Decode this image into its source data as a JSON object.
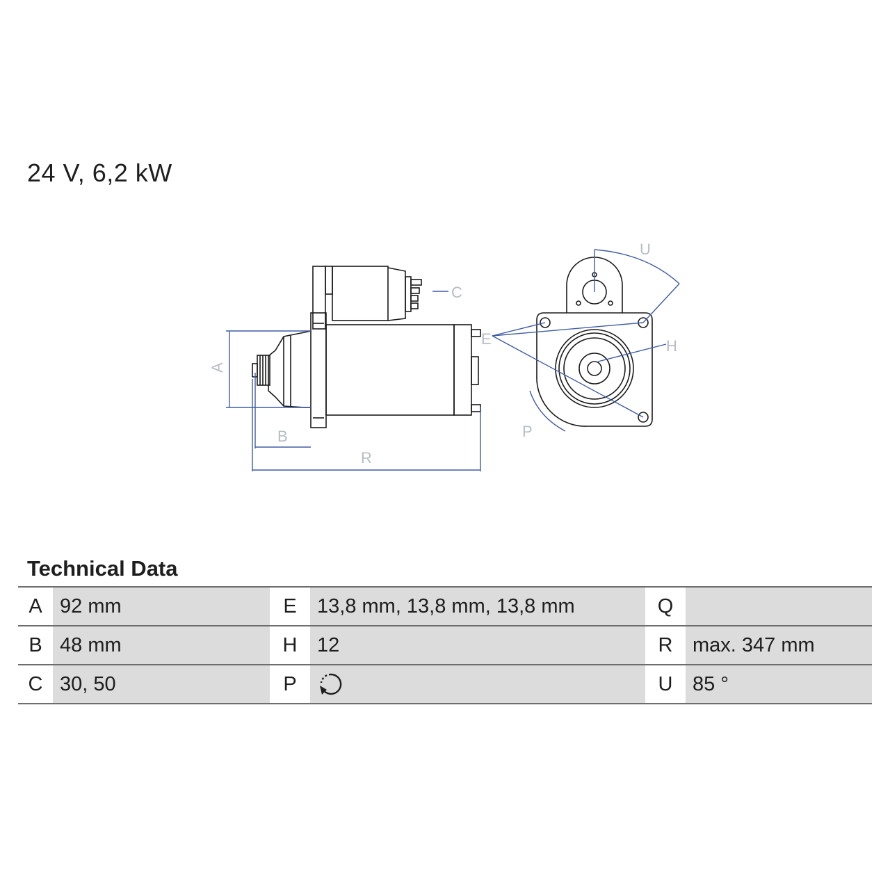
{
  "header": {
    "title": "24 V, 6,2 kW"
  },
  "drawing": {
    "labels": {
      "A": "A",
      "B": "B",
      "C": "C",
      "E": "E",
      "H": "H",
      "P": "P",
      "R": "R",
      "U": "U"
    },
    "line_color": "#1a1a1a",
    "dimension_color": "#3e5ba6",
    "label_color": "#b8bcc4"
  },
  "technical_data": {
    "heading": "Technical Data",
    "rows": [
      {
        "k1": "A",
        "v1": "92 mm",
        "k2": "E",
        "v2": "13,8 mm, 13,8 mm, 13,8 mm",
        "k3": "Q",
        "v3": ""
      },
      {
        "k1": "B",
        "v1": "48 mm",
        "k2": "H",
        "v2": "12",
        "k3": "R",
        "v3": "max. 347 mm"
      },
      {
        "k1": "C",
        "v1": "30, 50",
        "k2": "P",
        "v2_icon": "rotation-counterclockwise-icon",
        "k3": "U",
        "v3": "85 °"
      }
    ],
    "cell_bg": "#dcdcdd",
    "rule_color": "#6e6e6e"
  }
}
